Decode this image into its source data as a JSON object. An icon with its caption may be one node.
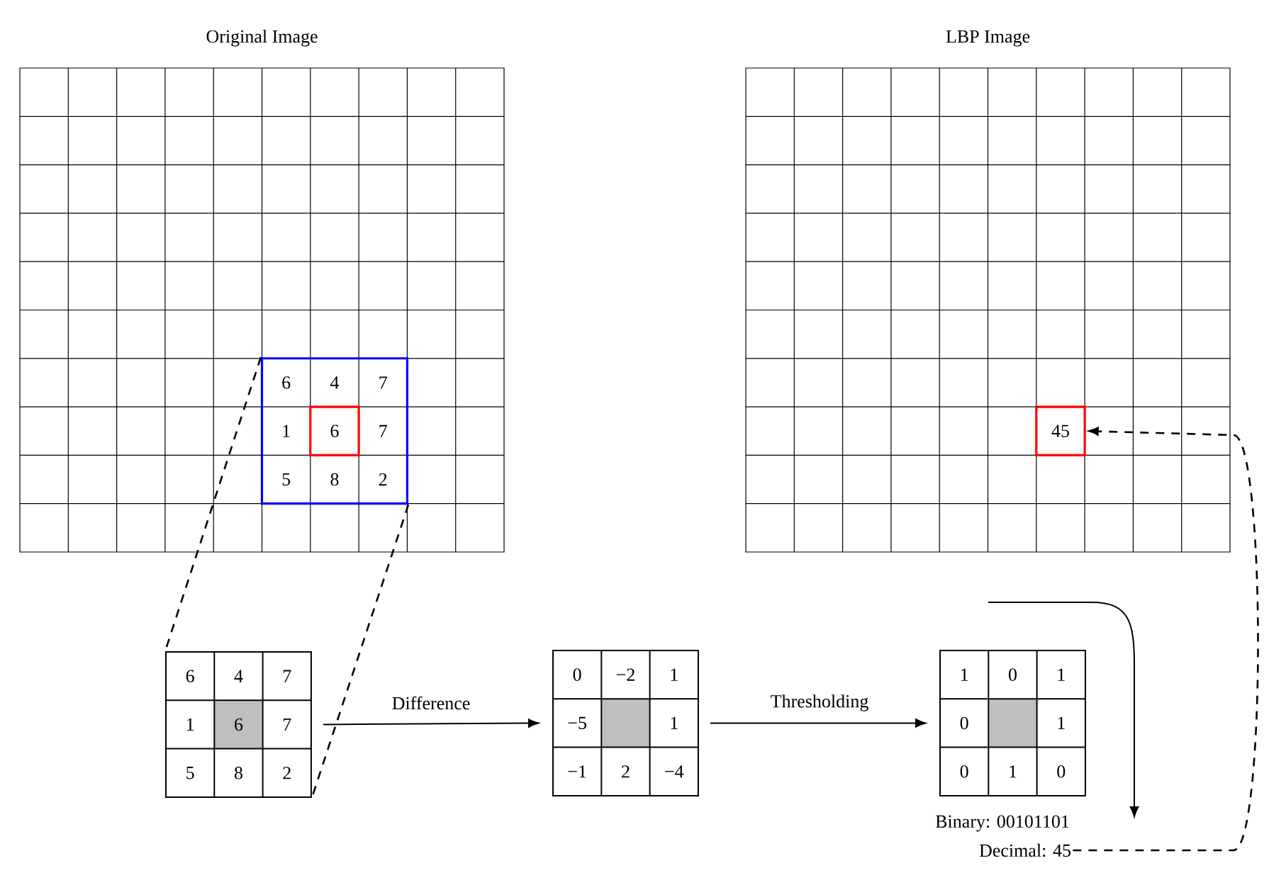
{
  "diagram": {
    "nodes": [
      {
        "text": [
          "Original Image"
        ]
      },
      {
        "text": [
          "6",
          "4",
          "7",
          "1",
          "7",
          "5",
          "8",
          "2"
        ],
        "in": 0
      },
      {
        "text": [
          "6"
        ],
        "in": 1
      },
      {
        "text": [
          "LBP Image"
        ]
      },
      {
        "text": [
          "45"
        ],
        "in": 3
      },
      {
        "text": [
          "6",
          "4",
          "7",
          "1",
          "6",
          "7",
          "5",
          "8",
          "2"
        ]
      },
      {
        "text": [
          "0",
          "−2",
          "1",
          "−5",
          "1",
          "−1",
          "2",
          "−4"
        ]
      },
      {
        "text": [
          "1",
          "0",
          "1",
          "0",
          "1",
          "0",
          "1",
          "0"
        ],
        "beside": [
          "Binary: 00101101"
        ]
      },
      {
        "text": [
          "Decimal: 45"
        ]
      }
    ],
    "edges": [
      {
        "from": 1,
        "to": 5,
        "arrow": "none",
        "style": "dashed"
      },
      {
        "from": 1,
        "to": 5,
        "arrow": "none",
        "style": "dashed"
      },
      {
        "from": 5,
        "to": 6,
        "arrow": "to",
        "label": "Difference"
      },
      {
        "from": 6,
        "to": 7,
        "arrow": "to",
        "label": "Thresholding"
      },
      {
        "from": 8,
        "to": 4,
        "arrow": "to",
        "style": "dashed"
      }
    ]
  }
}
